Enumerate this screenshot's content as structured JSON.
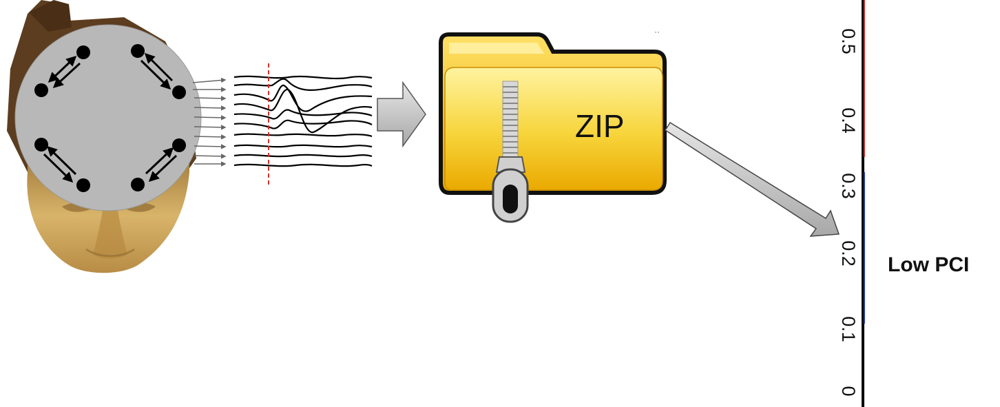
{
  "zip_label": "ZIP",
  "pci_label": "Low PCI",
  "scale_ticks": [
    "0.5",
    "0.4",
    "0.3",
    "0.2",
    "0.1",
    "0"
  ],
  "colors": {
    "skin": "#c9a35a",
    "hair": "#5a3c1e",
    "disc": "#b8b8b8",
    "folder": "#f5cf2a",
    "arrow_fill": "#c8c8c8",
    "marker": "#d0322a"
  }
}
